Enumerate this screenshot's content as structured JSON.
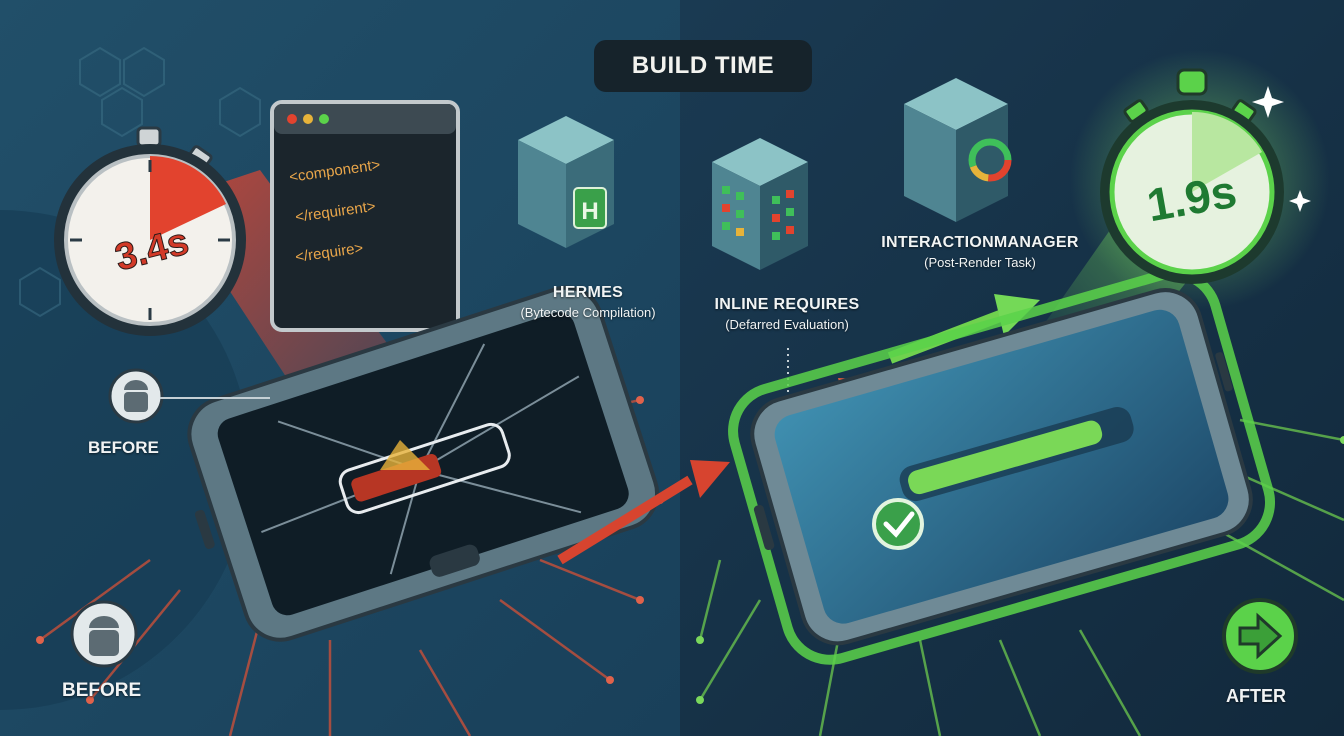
{
  "title": "BUILD TIME",
  "before": {
    "time": "3.4s",
    "label_mid": "BEFORE",
    "label_bottom": "BEFORE",
    "code_lines": [
      "<component>",
      "</requirent>",
      "</require>"
    ],
    "icon": "android-icon"
  },
  "after": {
    "time": "1.9s",
    "label": "AFTER",
    "icons": [
      "check-icon",
      "arrow-right-icon"
    ]
  },
  "techniques": [
    {
      "name": "HERMES",
      "detail": "(Bytecode Compilation)",
      "cube_mark": "H"
    },
    {
      "name": "INLINE REQUIRES",
      "detail": "(Defarred Evaluation)"
    },
    {
      "name": "INTERACTIONMANAGER",
      "detail": "(Post-Render Task)"
    }
  ],
  "colors": {
    "bg_left": "#1c4a66",
    "bg_right": "#142f45",
    "accent_red": "#e2432e",
    "accent_green": "#5bd24a",
    "panel": "#16232b",
    "cube": "#5a8f9a"
  }
}
